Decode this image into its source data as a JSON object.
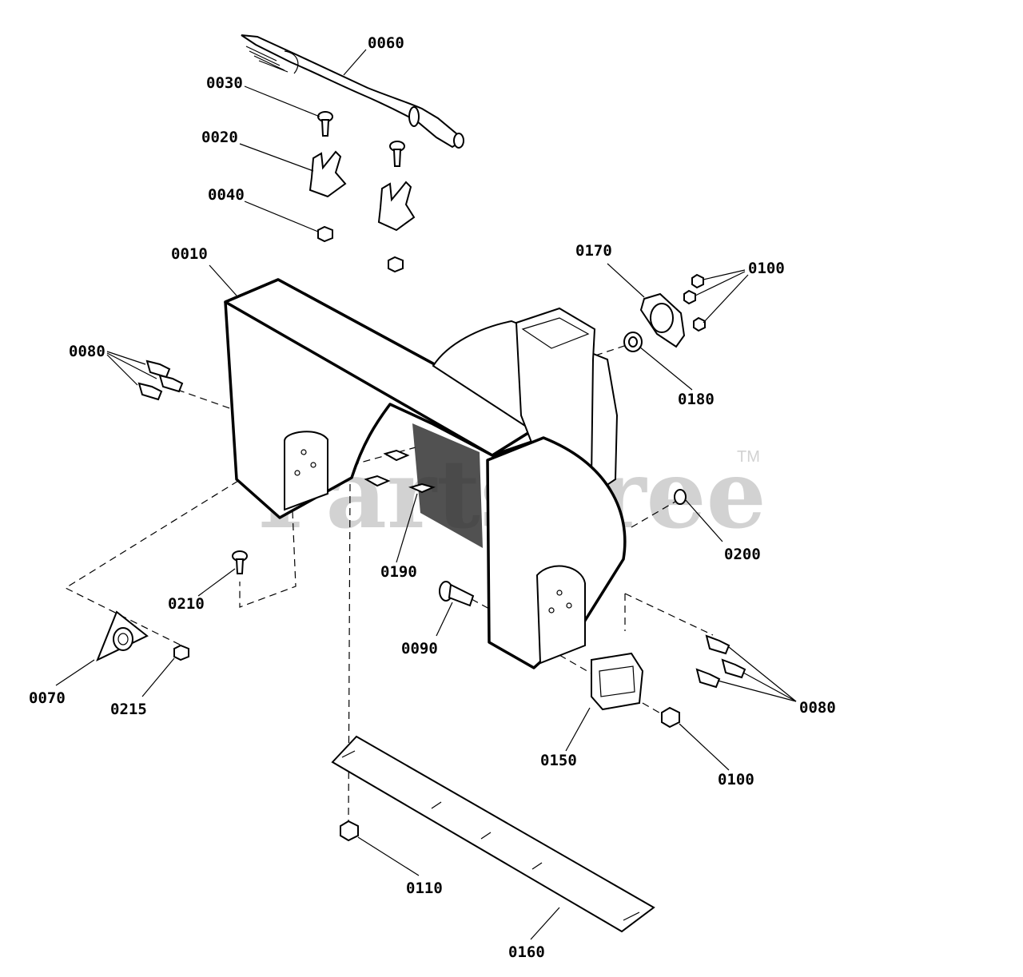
{
  "watermark": {
    "text": "PartsTree",
    "trademark": "TM"
  },
  "callouts": [
    {
      "id": "0060",
      "text": "0060"
    },
    {
      "id": "0030",
      "text": "0030"
    },
    {
      "id": "0020",
      "text": "0020"
    },
    {
      "id": "0040",
      "text": "0040"
    },
    {
      "id": "0010",
      "text": "0010"
    },
    {
      "id": "0170",
      "text": "0170"
    },
    {
      "id": "0100a",
      "text": "0100"
    },
    {
      "id": "0080a",
      "text": "0080"
    },
    {
      "id": "0180",
      "text": "0180"
    },
    {
      "id": "0200",
      "text": "0200"
    },
    {
      "id": "0190",
      "text": "0190"
    },
    {
      "id": "0210",
      "text": "0210"
    },
    {
      "id": "0090",
      "text": "0090"
    },
    {
      "id": "0070",
      "text": "0070"
    },
    {
      "id": "0215",
      "text": "0215"
    },
    {
      "id": "0080b",
      "text": "0080"
    },
    {
      "id": "0150",
      "text": "0150"
    },
    {
      "id": "0100b",
      "text": "0100"
    },
    {
      "id": "0110",
      "text": "0110"
    },
    {
      "id": "0160",
      "text": "0160"
    }
  ]
}
